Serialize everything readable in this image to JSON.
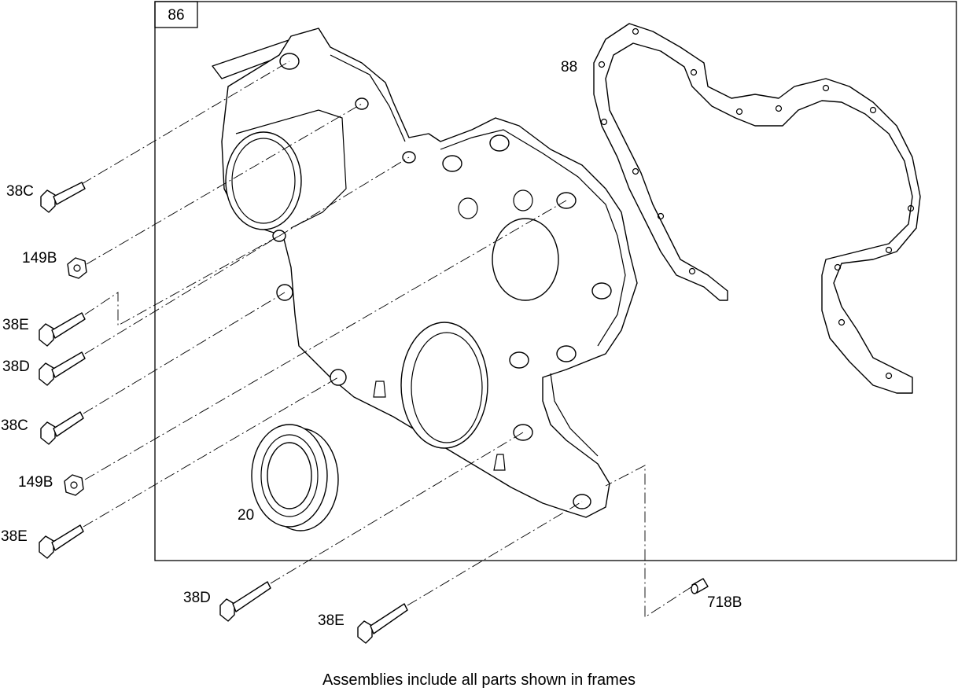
{
  "frame": {
    "number": "86"
  },
  "callouts": {
    "gasket": "88",
    "seal": "20",
    "bolt_38c_top": "38C",
    "nut_149b_top": "149B",
    "bolt_38e_left1": "38E",
    "bolt_38d_left": "38D",
    "bolt_38c_left": "38C",
    "nut_149b_bottom": "149B",
    "bolt_38e_left2": "38E",
    "bolt_38d_bottom": "38D",
    "bolt_38e_bottom": "38E",
    "dowel_718b": "718B"
  },
  "footer": {
    "note": "Assemblies include all parts shown in frames"
  }
}
